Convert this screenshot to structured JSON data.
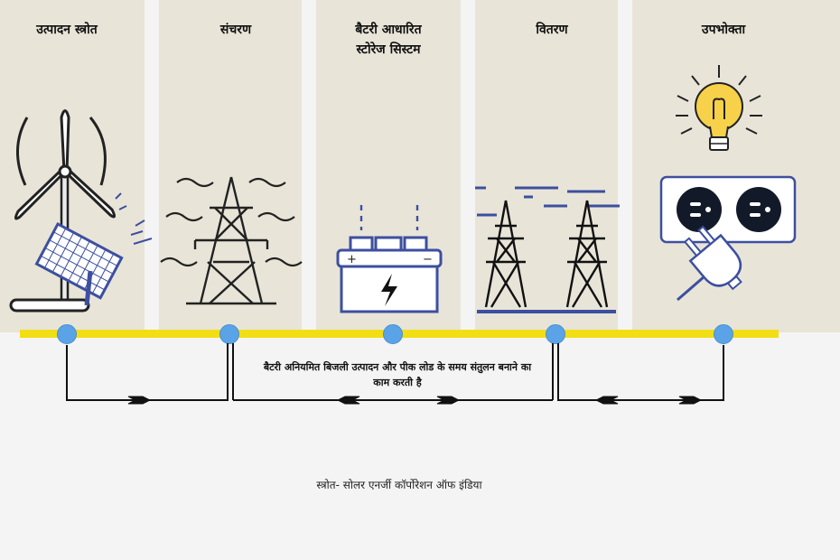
{
  "stages": [
    {
      "title": "उत्पादन स्त्रोत",
      "icon": "wind-turbine-solar-panel-icon"
    },
    {
      "title": "संचरण",
      "icon": "transmission-tower-icon"
    },
    {
      "title": "बैटरी आधारित स्टोरेज सिस्टम",
      "icon": "battery-icon"
    },
    {
      "title": "वितरण",
      "icon": "distribution-towers-icon"
    },
    {
      "title": "उपभोक्ता",
      "icon": "light-bulb-socket-icon"
    }
  ],
  "note": "बैटरी अनियमित बिजली उत्पादन और पीक लोड के समय संतुलन बनाने का काम करती है",
  "source": "स्त्रोत- सोलर एनर्जी कॉर्पोरेशन ऑफ इंडिया",
  "colors": {
    "panel": "#e8e5d8",
    "line": "#f2de14",
    "node": "#5aa3e6",
    "accent": "#3d4fa0"
  }
}
